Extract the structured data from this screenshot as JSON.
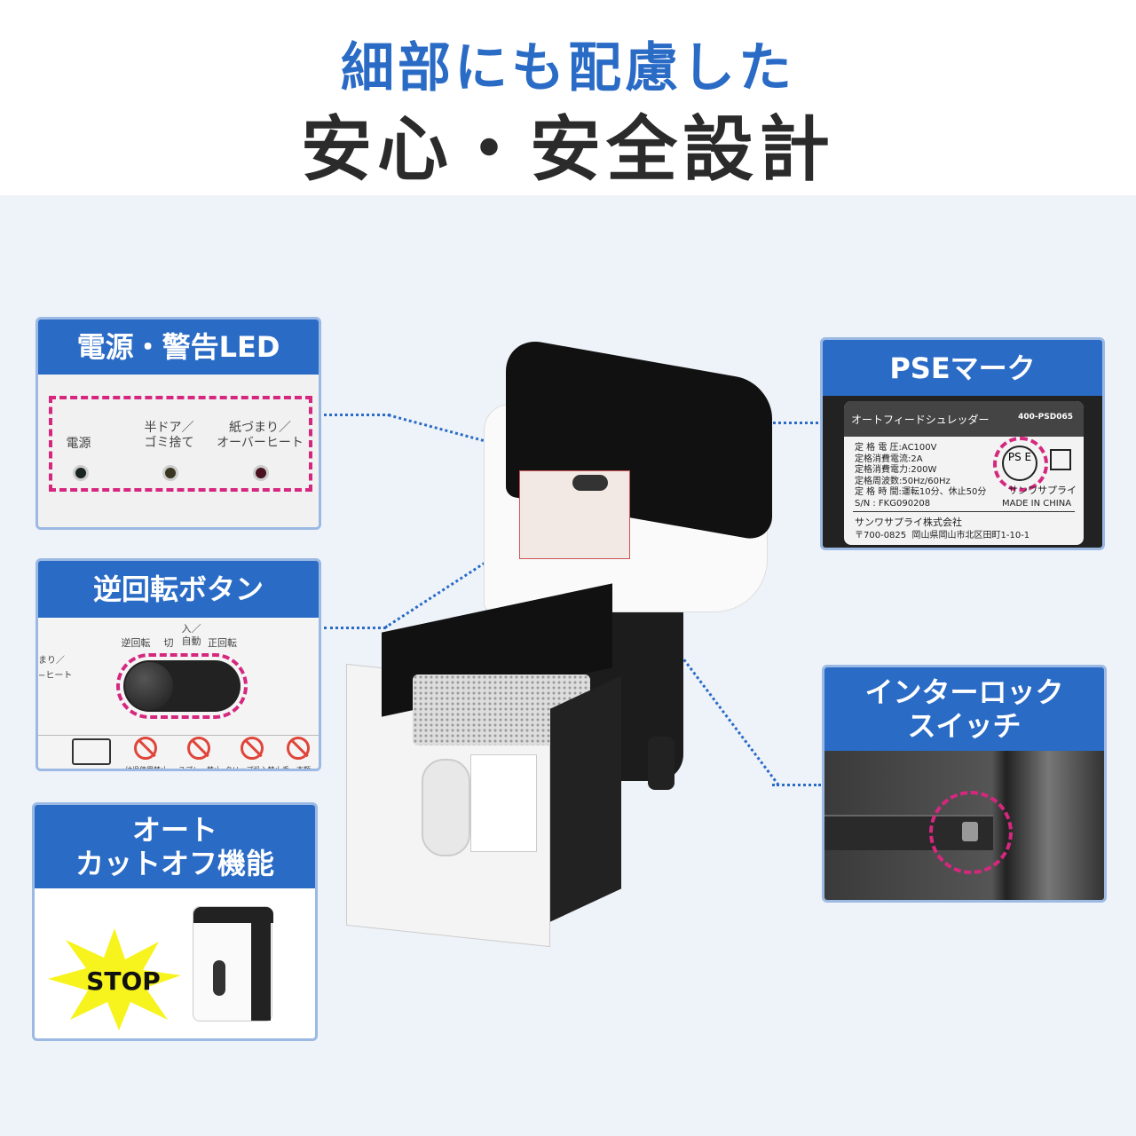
{
  "title": {
    "line1": "細部にも配慮した",
    "line2": "安心・安全設計"
  },
  "colors": {
    "brand_blue": "#2a6bc6",
    "highlight_pink": "#d6277f",
    "background": "#eef3f9"
  },
  "led_panel": {
    "title": "電源・警告LED",
    "labels": [
      "電源",
      "半ドア／\nゴミ捨て",
      "紙づまり／\nオーバーヒート"
    ]
  },
  "reverse_panel": {
    "title": "逆回転ボタン",
    "switch_labels": [
      "逆回転",
      "切",
      "入／\n自動",
      "正回転"
    ],
    "left_partial": "まり／\n−ヒート",
    "warnings": [
      "幼児使用禁止",
      "スプレー禁止",
      "クリップ投入禁止",
      "手、衣類、髪"
    ]
  },
  "autocut_panel": {
    "title_line1": "オート",
    "title_line2": "カットオフ機能",
    "stop_label": "STOP"
  },
  "pse_panel": {
    "title": "PSEマーク",
    "label": {
      "product": "オートフィードシュレッダー",
      "model": "400-PSD065",
      "specs": [
        "定 格 電 圧:AC100V",
        "定格消費電流:2A",
        "定格消費電力:200W",
        "定格周波数:50Hz/60Hz",
        "定 格 時 間:運転10分、休止50分",
        "S/N : FKG090208"
      ],
      "pse_mark": "PS E",
      "brand": "サンワサプライ",
      "origin": "MADE IN CHINA",
      "company": "サンワサプライ株式会社",
      "address": "〒700-0825  岡山県岡山市北区田町1-10-1"
    }
  },
  "interlock_panel": {
    "title_line1": "インターロック",
    "title_line2": "スイッチ"
  }
}
